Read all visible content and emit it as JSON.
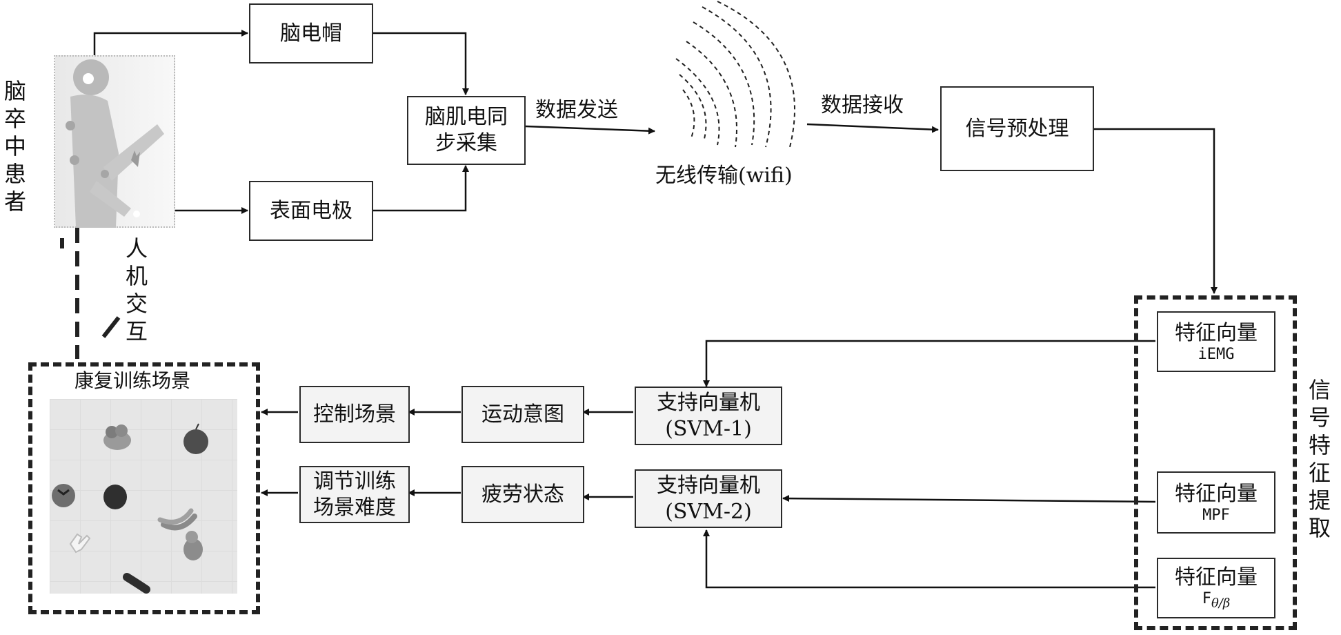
{
  "patient_label": "脑卒中患者",
  "interaction_label": "人机交互",
  "eeg_cap": "脑电帽",
  "surface_electrode": "表面电极",
  "sync_acq": "脑肌电同步采集",
  "data_send": "数据发送",
  "wireless": "无线传输(wifi)",
  "data_receive": "数据接收",
  "preprocess": "信号预处理",
  "feature_group_label": "信号特征提取",
  "feature_iemg": {
    "line1": "特征向量",
    "line2": "iEMG"
  },
  "feature_mpf": {
    "line1": "特征向量",
    "line2": "MPF"
  },
  "feature_ratio": {
    "line1": "特征向量",
    "line2_prefix": "F",
    "line2_sub": "θ/β"
  },
  "svm1": {
    "line1": "支持向量机",
    "line2": "(SVM-1)"
  },
  "svm2": {
    "line1": "支持向量机",
    "line2": "(SVM-2)"
  },
  "motion_intent": "运动意图",
  "fatigue_state": "疲劳状态",
  "control_scene": "控制场景",
  "adjust_difficulty": "调节训练场景难度",
  "rehab_scene_title": "康复训练场景",
  "colors": {
    "line": "#111111",
    "box_fill": "#f3f3f3",
    "scene_bg": "#e6e6e6"
  }
}
